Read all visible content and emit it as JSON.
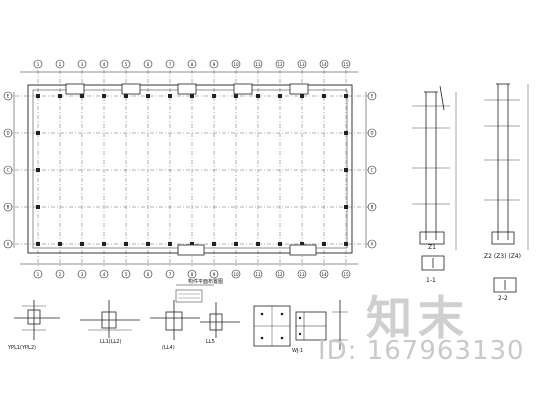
{
  "grid": {
    "col_labels": [
      "1",
      "2",
      "3",
      "4",
      "5",
      "6",
      "7",
      "8",
      "9",
      "10",
      "11",
      "12",
      "13",
      "14",
      "15"
    ],
    "row_labels": [
      "E",
      "D",
      "C",
      "B",
      "A"
    ]
  },
  "plan_title": "构件平面布置图",
  "section_labels": {
    "z1": "Z1",
    "z2": "Z2 (Z3) (Z4)",
    "s11": "1-1",
    "s22": "2-2"
  },
  "details": [
    {
      "label": "YPL1(YPL2)"
    },
    {
      "label": "LL1(LL2)"
    },
    {
      "label": "(LL4)"
    },
    {
      "label": "LL5"
    },
    {
      "label": "WJ-1"
    }
  ],
  "watermark": {
    "logo": "知末",
    "id_text": "ID: 167963130"
  },
  "colors": {
    "line": "#222222",
    "watermark": "#c9c9c9"
  }
}
